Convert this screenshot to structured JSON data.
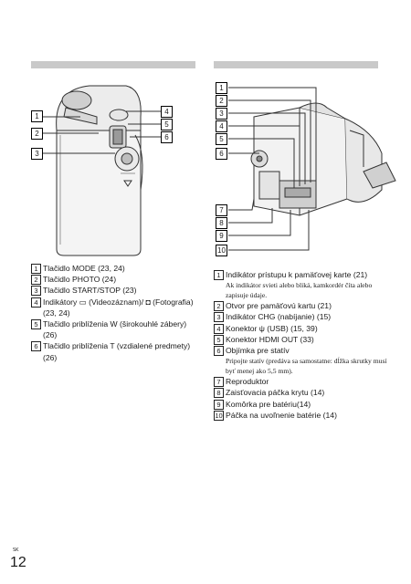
{
  "callouts_left": [
    "1",
    "2",
    "3",
    "4",
    "5",
    "6"
  ],
  "callouts_right": [
    "1",
    "2",
    "3",
    "4",
    "5",
    "6",
    "7",
    "8",
    "9",
    "10"
  ],
  "left_items": [
    {
      "n": "1",
      "text": "Tlačidlo MODE (23, 24)"
    },
    {
      "n": "2",
      "text": "Tlačidlo PHOTO (24)"
    },
    {
      "n": "3",
      "text": "Tlačidlo START/STOP (23)"
    },
    {
      "n": "4",
      "text": "Indikátory ▭ (Videozáznam)/ ◘ (Fotografia) (23, 24)"
    },
    {
      "n": "5",
      "text": "Tlačidlo priblíženia W (širokouhlé zábery) (26)"
    },
    {
      "n": "6",
      "text": "Tlačidlo priblíženia T (vzdialené predmety) (26)"
    }
  ],
  "right_items": [
    {
      "n": "1",
      "text": "Indikátor prístupu k pamäťovej karte (21)",
      "note": "Ak indikátor svieti alebo bliká, kamkordér číta alebo zapisuje údaje."
    },
    {
      "n": "2",
      "text": "Otvor pre pamäťovú kartu (21)"
    },
    {
      "n": "3",
      "text": "Indikátor CHG (nabíjanie) (15)"
    },
    {
      "n": "4",
      "text": "Konektor ψ (USB) (15, 39)"
    },
    {
      "n": "5",
      "text": "Konektor HDMI OUT (33)"
    },
    {
      "n": "6",
      "text": "Objímka pre statív",
      "note": "Pripojte statív (predáva sa samostatne: dĺžka skrutky musí byť menej ako 5,5 mm)."
    },
    {
      "n": "7",
      "text": "Reproduktor"
    },
    {
      "n": "8",
      "text": "Zaisťovacia páčka krytu (14)"
    },
    {
      "n": "9",
      "text": "Komôrka pre batériu(14)"
    },
    {
      "n": "10",
      "text": "Páčka na uvoľnenie batérie (14)"
    }
  ],
  "footer": {
    "lang": "SK",
    "page": "12"
  }
}
